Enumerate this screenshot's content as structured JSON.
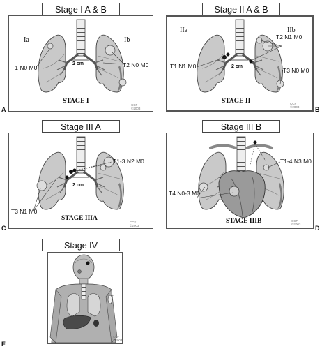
{
  "panels": {
    "a": {
      "title": "Stage I A & B",
      "letter": "A",
      "left_side": "Ia",
      "right_side": "Ib",
      "tumor_left": "T1 N0 M0",
      "tumor_right": "T2 N0 M0",
      "size": "2 cm",
      "caption": "STAGE I",
      "credit": "CCF\n©2003"
    },
    "b": {
      "title": "Stage II A & B",
      "letter": "B",
      "left_side": "IIa",
      "right_side": "IIb",
      "tumor_left": "T1 N1 M0",
      "tumor_right_top": "T2 N1 M0",
      "tumor_right_bottom": "T3 N0 M0",
      "size": "2 cm",
      "caption": "STAGE II",
      "credit": "CCF\n©2003"
    },
    "c": {
      "title": "Stage III A",
      "letter": "C",
      "tumor_top": "T1-3 N2 M0",
      "tumor_left": "T3 N1 M0",
      "size": "2 cm",
      "caption": "STAGE IIIA",
      "credit": "CCF\n©2003"
    },
    "d": {
      "title": "Stage III B",
      "letter": "D",
      "tumor_top": "T1-4 N3 M0",
      "tumor_left": "T4 N0-3 M0",
      "caption": "STAGE IIIB",
      "credit": "CCF\n©2003"
    },
    "e": {
      "title": "Stage IV",
      "letter": "E",
      "credit": "CCF\n©2003"
    }
  },
  "colors": {
    "lung": "#c9c9c9",
    "lung_dark": "#7d7d7d",
    "outline": "#444444",
    "node": "#111111"
  }
}
